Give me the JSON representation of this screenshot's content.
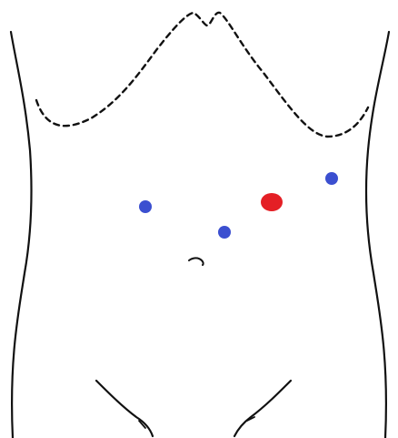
{
  "diagram": {
    "background": "#ffffff",
    "outline_color": "#111111",
    "marker_colors": {
      "port": "#3b4fd0",
      "camera_port": "#e41f25"
    },
    "ports": [
      {
        "name": "port-left",
        "color": "#3b4fd0"
      },
      {
        "name": "port-lower-middle",
        "color": "#3b4fd0"
      },
      {
        "name": "port-right",
        "color": "#3b4fd0"
      }
    ],
    "camera_port": {
      "name": "port-main",
      "color": "#e41f25"
    },
    "landmarks": [
      "rib-margin",
      "navel",
      "inguinal-lines",
      "torso-outline"
    ]
  }
}
